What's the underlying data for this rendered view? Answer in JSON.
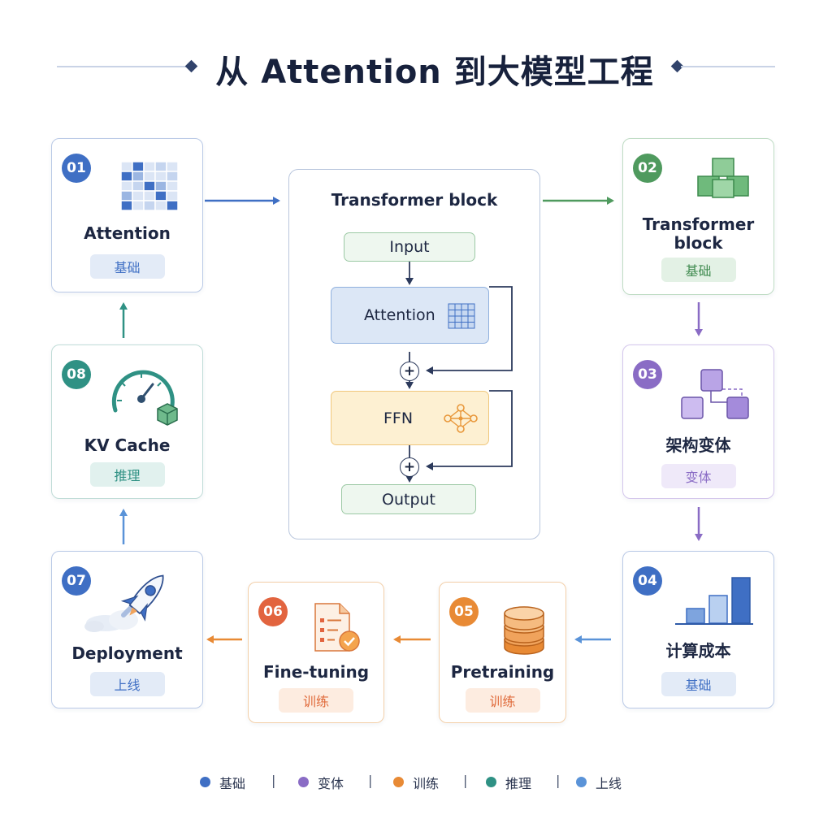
{
  "title": "从 Attention 到大模型工程",
  "colors": {
    "blue": "#3f6fc4",
    "green": "#4f9a5e",
    "purple": "#8a6cc5",
    "orange": "#e88a35",
    "coral": "#e2643f",
    "teal": "#2f9184",
    "lightblue": "#5a93d8"
  },
  "cards": [
    {
      "number": "01",
      "label": "Attention",
      "tag": "基础",
      "icon": "attention-grid-icon"
    },
    {
      "number": "02",
      "label_line1": "Transformer",
      "label_line2": "block",
      "tag": "基础",
      "icon": "cubes-icon"
    },
    {
      "number": "03",
      "label": "架构变体",
      "tag": "变体",
      "icon": "architecture-nodes-icon"
    },
    {
      "number": "04",
      "label": "计算成本",
      "tag": "基础",
      "icon": "bar-chart-icon"
    },
    {
      "number": "05",
      "label": "Pretraining",
      "tag": "训练",
      "icon": "database-icon"
    },
    {
      "number": "06",
      "label": "Fine-tuning",
      "tag": "训练",
      "icon": "checklist-icon"
    },
    {
      "number": "07",
      "label": "Deployment",
      "tag": "上线",
      "icon": "rocket-icon"
    },
    {
      "number": "08",
      "label": "KV Cache",
      "tag": "推理",
      "icon": "gauge-icon"
    }
  ],
  "center": {
    "title": "Transformer block",
    "input": "Input",
    "attention": "Attention",
    "ffn": "FFN",
    "output": "Output",
    "plus": "+"
  },
  "legend": [
    {
      "label": "基础",
      "color": "#3f6fc4"
    },
    {
      "label": "变体",
      "color": "#8a6cc5"
    },
    {
      "label": "训练",
      "color": "#e88a35"
    },
    {
      "label": "推理",
      "color": "#2f9184"
    },
    {
      "label": "上线",
      "color": "#5a93d8"
    }
  ],
  "legend_separator": "|"
}
